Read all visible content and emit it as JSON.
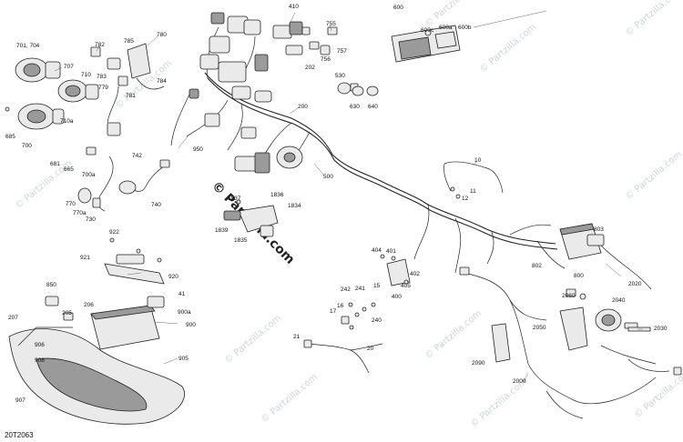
{
  "watermark": {
    "logo": "© Partzilla.com",
    "text": "© Partzilla.com"
  },
  "figure_ref": "20T2063",
  "callouts": [
    {
      "id": "c410",
      "text": "410"
    },
    {
      "id": "c755",
      "text": "755"
    },
    {
      "id": "c757",
      "text": "757"
    },
    {
      "id": "c756",
      "text": "756"
    },
    {
      "id": "c202",
      "text": "202"
    },
    {
      "id": "c600",
      "text": "600"
    },
    {
      "id": "c600c",
      "text": "600c"
    },
    {
      "id": "c600a",
      "text": "600a"
    },
    {
      "id": "c600b",
      "text": "600b"
    },
    {
      "id": "c780",
      "text": "780"
    },
    {
      "id": "c782",
      "text": "782"
    },
    {
      "id": "c785",
      "text": "785"
    },
    {
      "id": "c783",
      "text": "783"
    },
    {
      "id": "c779",
      "text": "779"
    },
    {
      "id": "c781",
      "text": "781"
    },
    {
      "id": "c784",
      "text": "784"
    },
    {
      "id": "c701",
      "text": "701, 704"
    },
    {
      "id": "c707",
      "text": "707"
    },
    {
      "id": "c710",
      "text": "710"
    },
    {
      "id": "c710a",
      "text": "710a"
    },
    {
      "id": "c685",
      "text": "685"
    },
    {
      "id": "c700",
      "text": "700"
    },
    {
      "id": "c681",
      "text": "681"
    },
    {
      "id": "c665",
      "text": "665"
    },
    {
      "id": "c700a",
      "text": "700a"
    },
    {
      "id": "c742",
      "text": "742"
    },
    {
      "id": "c770",
      "text": "770"
    },
    {
      "id": "c770a",
      "text": "770a"
    },
    {
      "id": "c730",
      "text": "730"
    },
    {
      "id": "c740",
      "text": "740"
    },
    {
      "id": "c950",
      "text": "950"
    },
    {
      "id": "c200",
      "text": "200"
    },
    {
      "id": "c530",
      "text": "530"
    },
    {
      "id": "c630",
      "text": "630"
    },
    {
      "id": "c640",
      "text": "640"
    },
    {
      "id": "c500",
      "text": "500"
    },
    {
      "id": "c10",
      "text": "10"
    },
    {
      "id": "c11",
      "text": "11"
    },
    {
      "id": "c12",
      "text": "12"
    },
    {
      "id": "c1837",
      "text": "1837"
    },
    {
      "id": "c1836",
      "text": "1836"
    },
    {
      "id": "c1834",
      "text": "1834"
    },
    {
      "id": "c1839",
      "text": "1839"
    },
    {
      "id": "c1835",
      "text": "1835"
    },
    {
      "id": "c922",
      "text": "922"
    },
    {
      "id": "c921",
      "text": "921"
    },
    {
      "id": "c920",
      "text": "920"
    },
    {
      "id": "c850",
      "text": "850"
    },
    {
      "id": "c206",
      "text": "206"
    },
    {
      "id": "c205",
      "text": "205"
    },
    {
      "id": "c41",
      "text": "41"
    },
    {
      "id": "c900a",
      "text": "900a"
    },
    {
      "id": "c900",
      "text": "900"
    },
    {
      "id": "c207",
      "text": "207"
    },
    {
      "id": "c906",
      "text": "906"
    },
    {
      "id": "c908",
      "text": "908"
    },
    {
      "id": "c905",
      "text": "905"
    },
    {
      "id": "c907",
      "text": "907"
    },
    {
      "id": "c404",
      "text": "404"
    },
    {
      "id": "c401",
      "text": "401"
    },
    {
      "id": "c402",
      "text": "402"
    },
    {
      "id": "c405",
      "text": "405"
    },
    {
      "id": "c400",
      "text": "400"
    },
    {
      "id": "c242",
      "text": "242"
    },
    {
      "id": "c241",
      "text": "241"
    },
    {
      "id": "c15",
      "text": "15"
    },
    {
      "id": "c16",
      "text": "16"
    },
    {
      "id": "c17",
      "text": "17"
    },
    {
      "id": "c240",
      "text": "240"
    },
    {
      "id": "c21",
      "text": "21"
    },
    {
      "id": "c20",
      "text": "20"
    },
    {
      "id": "c803",
      "text": "803"
    },
    {
      "id": "c802",
      "text": "802"
    },
    {
      "id": "c800",
      "text": "800"
    },
    {
      "id": "c2020",
      "text": "2020"
    },
    {
      "id": "c2060",
      "text": "2060"
    },
    {
      "id": "c2040",
      "text": "2040"
    },
    {
      "id": "c2050",
      "text": "2050"
    },
    {
      "id": "c2030",
      "text": "2030"
    },
    {
      "id": "c2090",
      "text": "2090"
    },
    {
      "id": "c2000",
      "text": "2000"
    }
  ]
}
